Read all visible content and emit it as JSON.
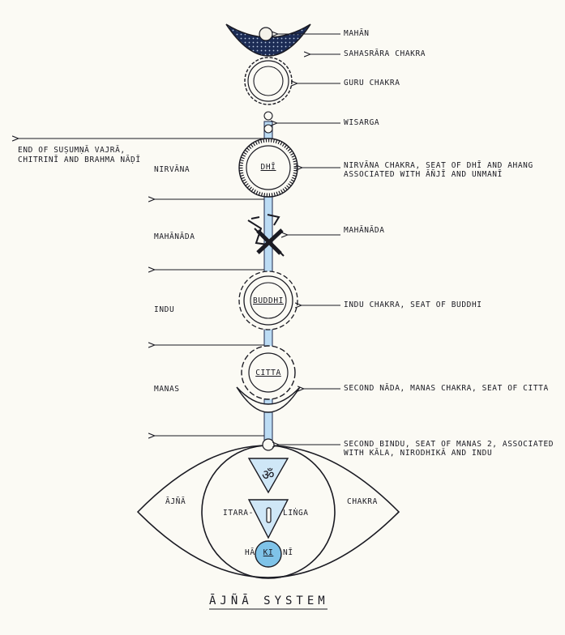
{
  "title": "ĀJÑĀ SYSTEM",
  "right_labels": {
    "mahan": "MAHĀN",
    "sahasrara": "SAHASRĀRA CHAKRA",
    "guru": "GURU CHAKRA",
    "wisarga": "WISARGA",
    "nirvana_1": "NIRVĀNA CHAKRA, SEAT OF DHĪ AND AHANG",
    "nirvana_2": "ASSOCIATED WITH ĀÑJĪ AND UNMANĪ",
    "mahanada": "MAHĀNĀDA",
    "indu_chakra": "INDU CHAKRA, SEAT OF BUDDHI",
    "second_nada": "SECOND NĀDA, MANAS CHAKRA, SEAT OF CITTA",
    "second_bindu_1": "SECOND BINDU, SEAT OF MANAS 2, ASSOCIATED",
    "second_bindu_2": "WITH KĀLA, NIRODHIKĀ AND INDU"
  },
  "left_labels": {
    "end_1": "END OF SUṢUMṆĀ VAJRĀ,",
    "end_2": "CHITRINĪ AND BRAHMA NĀḌĪ",
    "nirvana": "NIRVĀNA",
    "mahanada": "MAHĀNĀDA",
    "indu": "INDU",
    "manas": "MANAS"
  },
  "center_labels": {
    "dhi": "DHĪ",
    "buddhi": "BUDDHI",
    "citta": "CITTA",
    "om": "ॐ",
    "itara": "ITARA-",
    "linga": "LIṄGA",
    "ha": "HĀ",
    "ki": "KI",
    "ni": "NĪ"
  },
  "eye_labels": {
    "ajna": "ĀJÑĀ",
    "chakra": "CHAKRA"
  },
  "colors": {
    "ink": "#1a1a22",
    "nadi_blue": "#bcdcf4",
    "nadi_edge": "#2d3a5c",
    "triangle_blue": "#cfe7f7",
    "hakini_blue": "#7fc3e8",
    "sahasrara_fill": "#1c2c55",
    "paper": "#fbfaf4"
  }
}
